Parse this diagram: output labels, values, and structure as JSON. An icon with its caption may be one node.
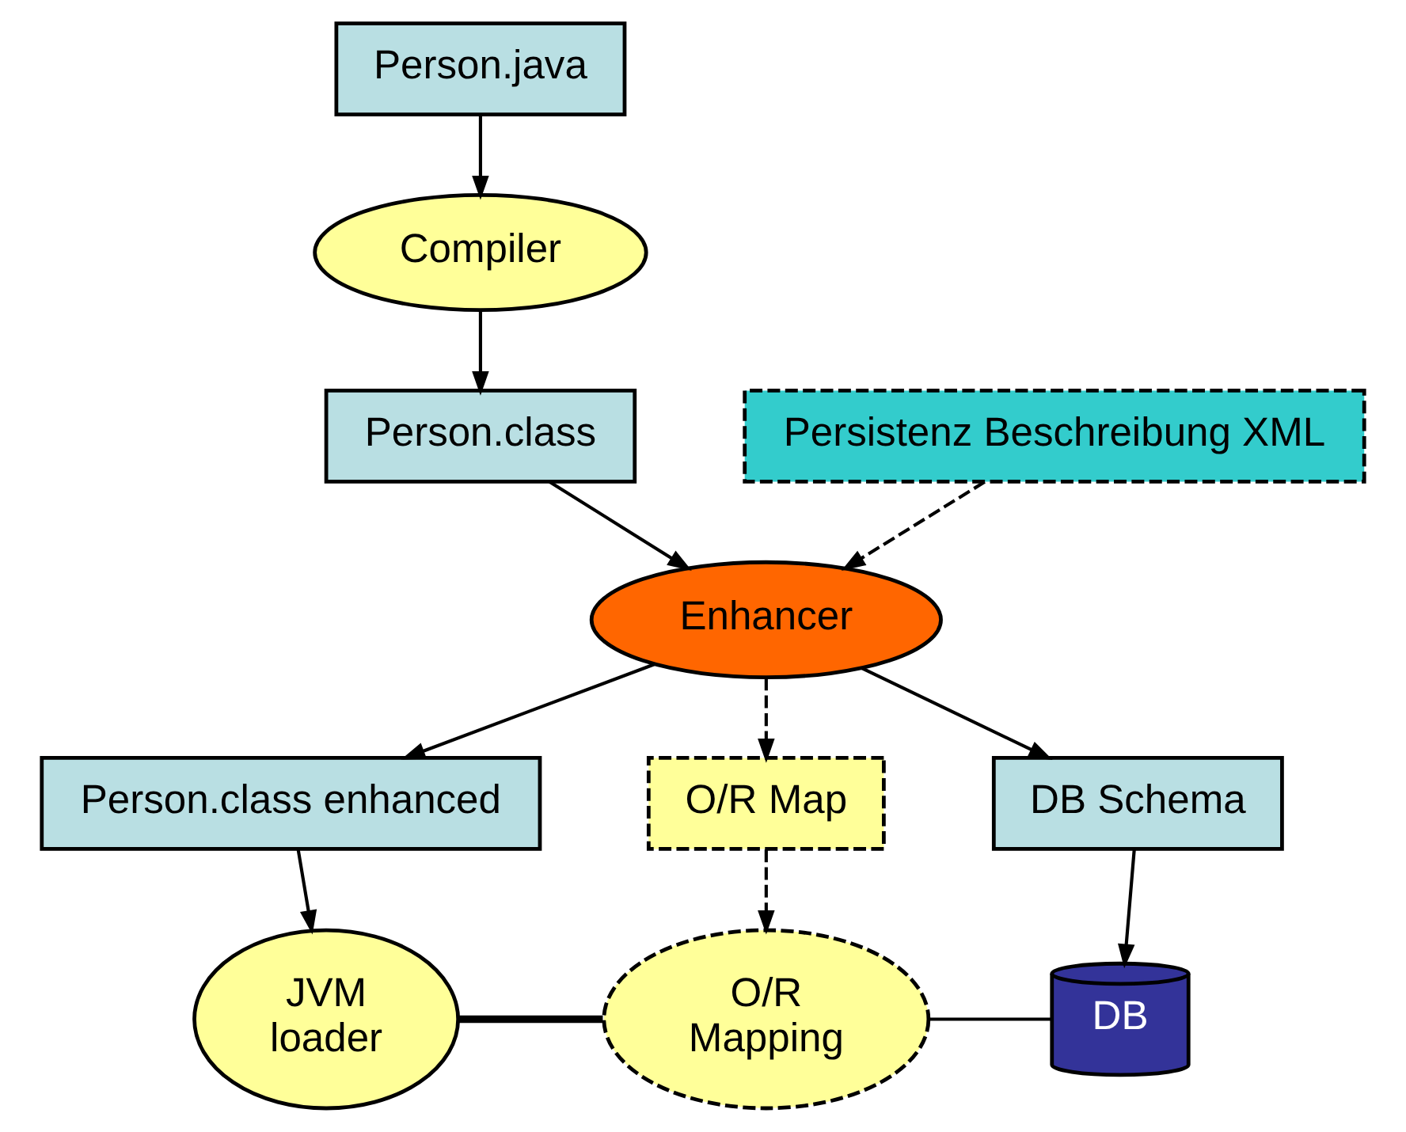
{
  "diagram": {
    "nodes": [
      {
        "text": [
          "Person.java"
        ]
      },
      {
        "text": [
          "Compiler"
        ]
      },
      {
        "text": [
          "Person.class"
        ]
      },
      {
        "text": [
          "Persistenz Beschreibung XML"
        ]
      },
      {
        "text": [
          "Enhancer"
        ]
      },
      {
        "text": [
          "Person.class enhanced"
        ]
      },
      {
        "text": [
          "O/R Map"
        ]
      },
      {
        "text": [
          "DB Schema"
        ]
      },
      {
        "text": [
          "JVM",
          "loader"
        ]
      },
      {
        "text": [
          "O/R",
          "Mapping"
        ]
      },
      {
        "text": [
          "DB"
        ]
      }
    ],
    "edges": [
      {
        "from": 0,
        "to": 1,
        "arrow": "to"
      },
      {
        "from": 1,
        "to": 2,
        "arrow": "to"
      },
      {
        "from": 2,
        "to": 4,
        "arrow": "to"
      },
      {
        "from": 3,
        "to": 4,
        "arrow": "to",
        "style": "dashed"
      },
      {
        "from": 4,
        "to": 5,
        "arrow": "to"
      },
      {
        "from": 4,
        "to": 6,
        "arrow": "to",
        "style": "dashed"
      },
      {
        "from": 4,
        "to": 7,
        "arrow": "to"
      },
      {
        "from": 5,
        "to": 8,
        "arrow": "to"
      },
      {
        "from": 6,
        "to": 9,
        "arrow": "to",
        "style": "dashed"
      },
      {
        "from": 7,
        "to": 10,
        "arrow": "to"
      },
      {
        "from": 8,
        "to": 9,
        "arrow": "none",
        "style": "thick"
      },
      {
        "from": 9,
        "to": 10,
        "arrow": "none"
      }
    ]
  }
}
